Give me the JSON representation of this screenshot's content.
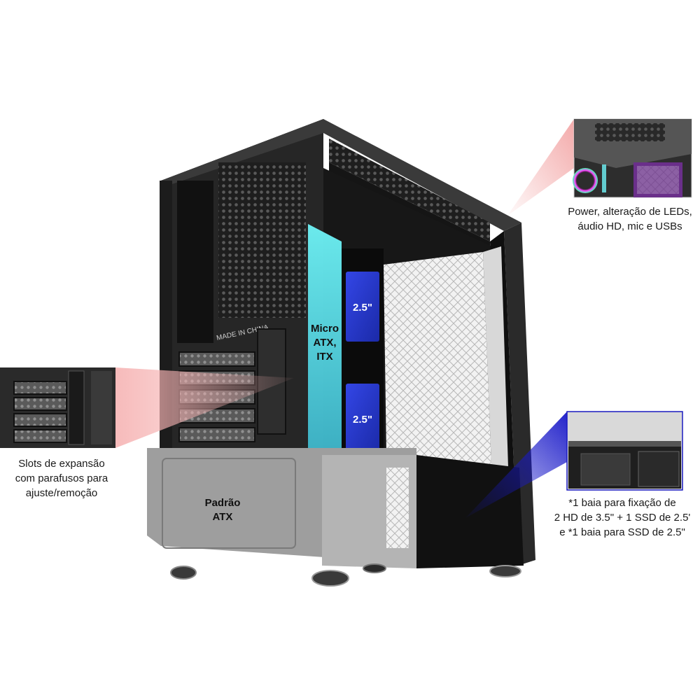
{
  "callouts": {
    "front_panel": {
      "lines": [
        "Power, alteração de LEDs,",
        "áudio HD, mic e USBs"
      ]
    },
    "expansion_slots": {
      "lines": [
        "Slots de expansão",
        "com parafusos para",
        "ajuste/remoção"
      ]
    },
    "drive_bays": {
      "lines": [
        "*1 baia para fixação de",
        "2 HD de 3.5\" + 1 SSD de 2.5'",
        "e *1 baia para SSD de 2.5\""
      ]
    }
  },
  "labels": {
    "motherboard": [
      "Micro",
      "ATX,",
      "ITX"
    ],
    "psu": [
      "Padrão",
      "ATX"
    ],
    "ssd_top": "2.5\"",
    "ssd_bottom": "2.5\"",
    "made_in": "MADE IN CHINA"
  },
  "colors": {
    "case_body": "#2b2b2b",
    "psu_shroud": "#9a9a9a",
    "mb_highlight": "#5ff0f5",
    "ssd_tray": "#2a3ad0",
    "red_beam": "#f0a0a0",
    "blue_beam": "#2020c0"
  }
}
